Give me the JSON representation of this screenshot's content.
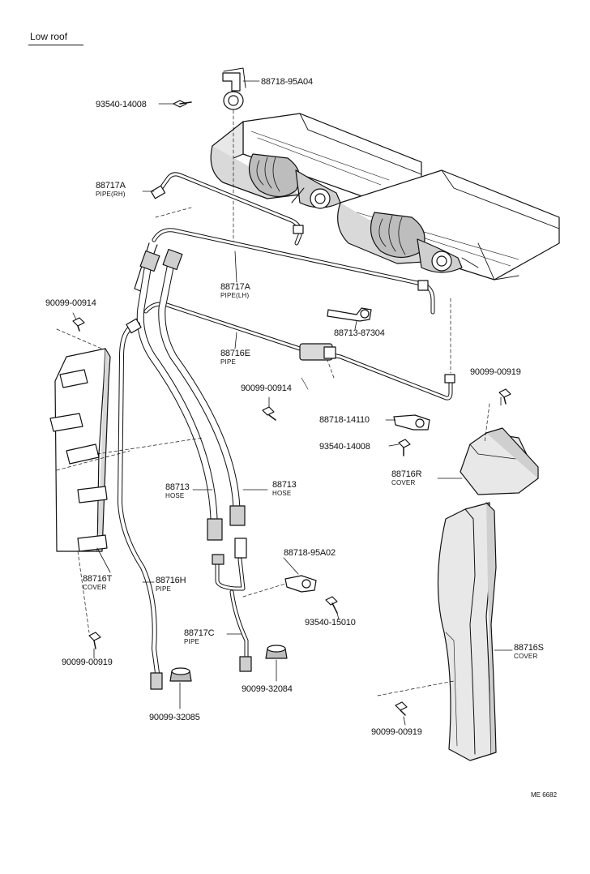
{
  "title": "Low roof",
  "reference": "ME 6682",
  "parts": {
    "p1": {
      "num": "88718-95A04"
    },
    "p2": {
      "num": "93540-14008"
    },
    "p3": {
      "num": "88717A",
      "name": "PIPE(RH)"
    },
    "p4": {
      "num": "88717A",
      "name": "PIPE(LH)"
    },
    "p5": {
      "num": "90099-00914"
    },
    "p6": {
      "num": "88713-87304"
    },
    "p7": {
      "num": "88716E",
      "name": "PIPE"
    },
    "p8": {
      "num": "90099-00919"
    },
    "p9": {
      "num": "90099-00914"
    },
    "p10": {
      "num": "88718-14110"
    },
    "p11": {
      "num": "93540-14008"
    },
    "p12": {
      "num": "88716R",
      "name": "COVER"
    },
    "p13": {
      "num": "88713",
      "name": "HOSE"
    },
    "p14": {
      "num": "88713",
      "name": "HOSE"
    },
    "p15": {
      "num": "88718-95A02"
    },
    "p16": {
      "num": "88716T",
      "name": "COVER"
    },
    "p17": {
      "num": "88716H",
      "name": "PIPE"
    },
    "p18": {
      "num": "93540-15010"
    },
    "p19": {
      "num": "88717C",
      "name": "PIPE"
    },
    "p20": {
      "num": "88716S",
      "name": "COVER"
    },
    "p21": {
      "num": "90099-00919"
    },
    "p22": {
      "num": "90099-32084"
    },
    "p23": {
      "num": "90099-32085"
    },
    "p24": {
      "num": "90099-00919"
    }
  }
}
